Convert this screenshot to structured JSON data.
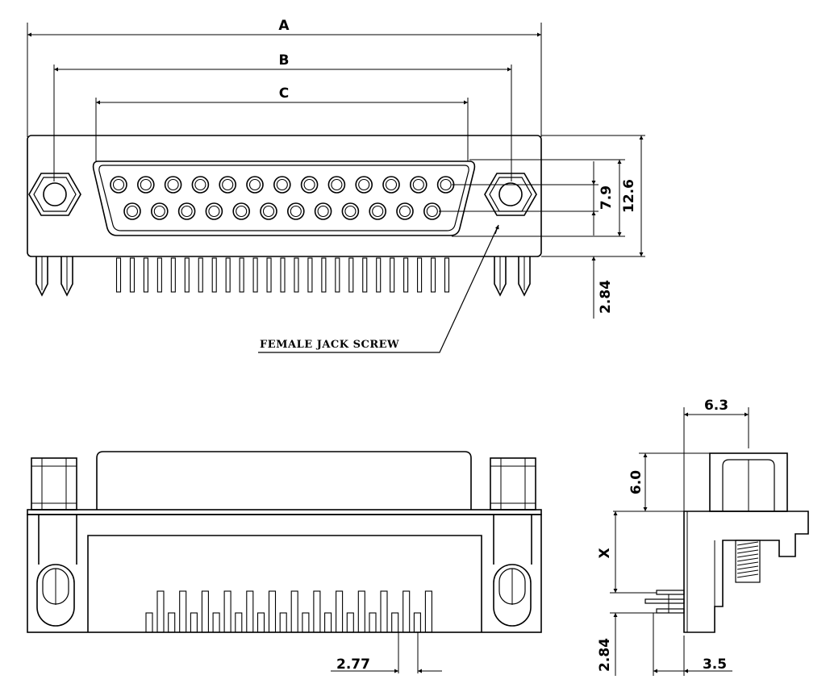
{
  "labels": {
    "dim_a": "A",
    "dim_b": "B",
    "dim_c": "C",
    "dim_7_9": "7.9",
    "dim_12_6": "12.6",
    "dim_2_84_front": "2.84",
    "callout": "FEMALE JACK SCREW",
    "dim_2_77": "2.77",
    "dim_6_3": "6.3",
    "dim_6_0": "6.0",
    "dim_x": "X",
    "dim_2_84_side": "2.84",
    "dim_3_5": "3.5"
  },
  "connector": {
    "top_row_pins": 13,
    "bottom_row_pins": 12
  },
  "colors": {
    "line": "#000000",
    "background": "#ffffff"
  }
}
